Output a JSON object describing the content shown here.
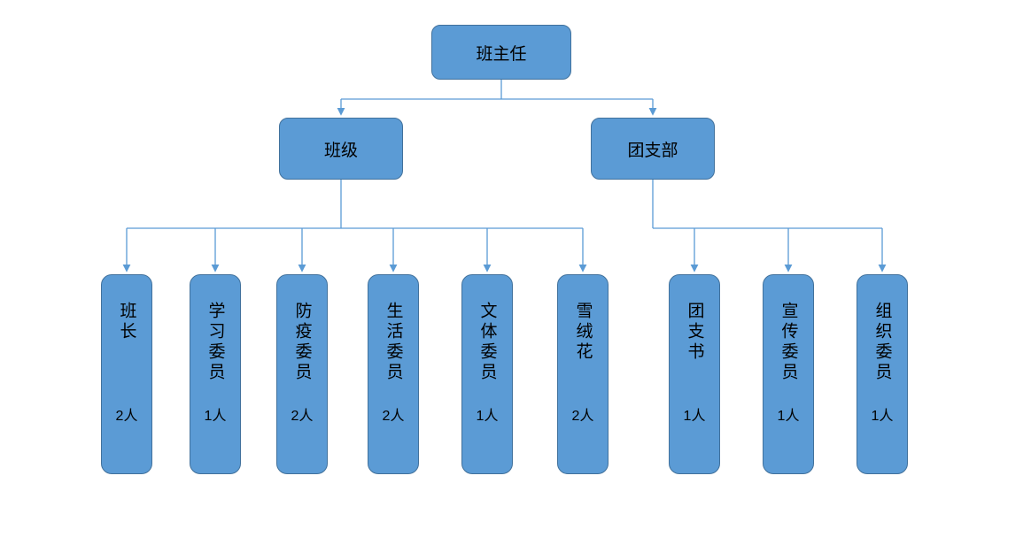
{
  "colors": {
    "box_fill": "#5b9bd5",
    "box_border": "#41719c",
    "connector_line": "#5b9bd5",
    "text": "#000000",
    "background": "#ffffff"
  },
  "root": {
    "label": "班主任"
  },
  "branches": [
    {
      "label": "班级"
    },
    {
      "label": "团支部"
    }
  ],
  "leaves": [
    {
      "name": "班长",
      "count": "2人"
    },
    {
      "name": "学习委员",
      "count": "1人"
    },
    {
      "name": "防疫委员",
      "count": "2人"
    },
    {
      "name": "生活委员",
      "count": "2人"
    },
    {
      "name": "文体委员",
      "count": "1人"
    },
    {
      "name": "雪绒花",
      "count": "2人"
    },
    {
      "name": "团支书",
      "count": "1人"
    },
    {
      "name": "宣传委员",
      "count": "1人"
    },
    {
      "name": "组织委员",
      "count": "1人"
    }
  ]
}
